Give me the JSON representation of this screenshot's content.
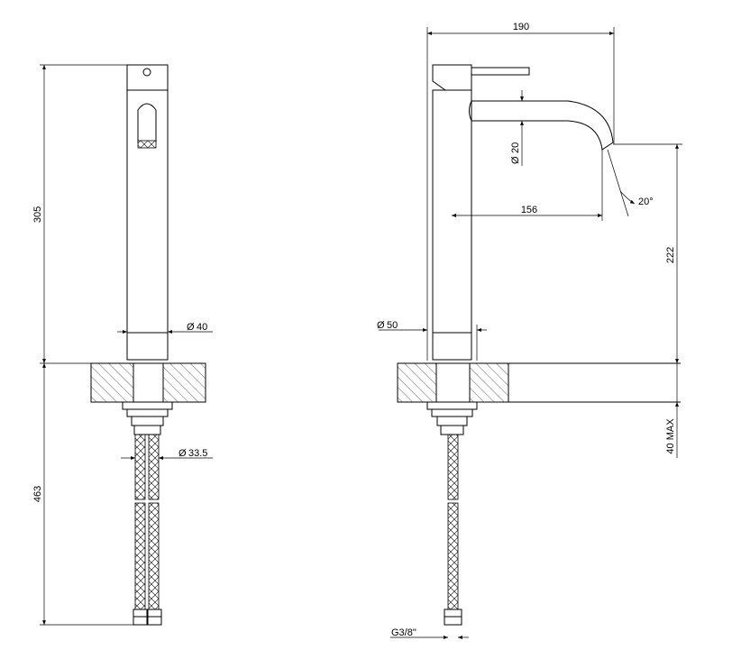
{
  "front_view": {
    "height_upper": "305",
    "height_lower": "463",
    "diameter_body": "40",
    "diameter_hose": "33.5"
  },
  "side_view": {
    "width_total": "190",
    "spout_reach": "156",
    "diameter_spout": "20",
    "spout_angle": "20°",
    "spout_height": "222",
    "deck_thickness": "40 MAX",
    "diameter_base": "50",
    "thread_size": "G3/8\""
  },
  "symbols": {
    "diameter": "Ø"
  }
}
